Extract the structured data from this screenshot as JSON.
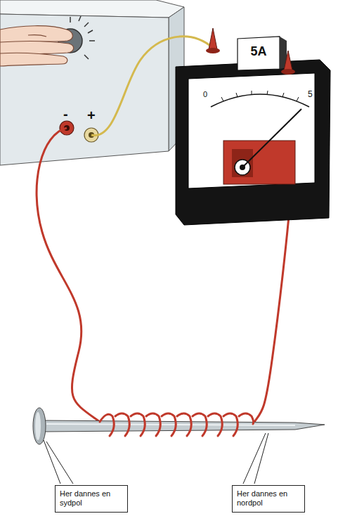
{
  "diagram": {
    "nodes": [
      {
        "text": [
          "Her dannes en sydpol"
        ]
      },
      {
        "text": [
          "Her dannes en nordpol"
        ]
      }
    ],
    "labels": [
      "-",
      "+",
      "5A",
      "0",
      "5"
    ]
  }
}
